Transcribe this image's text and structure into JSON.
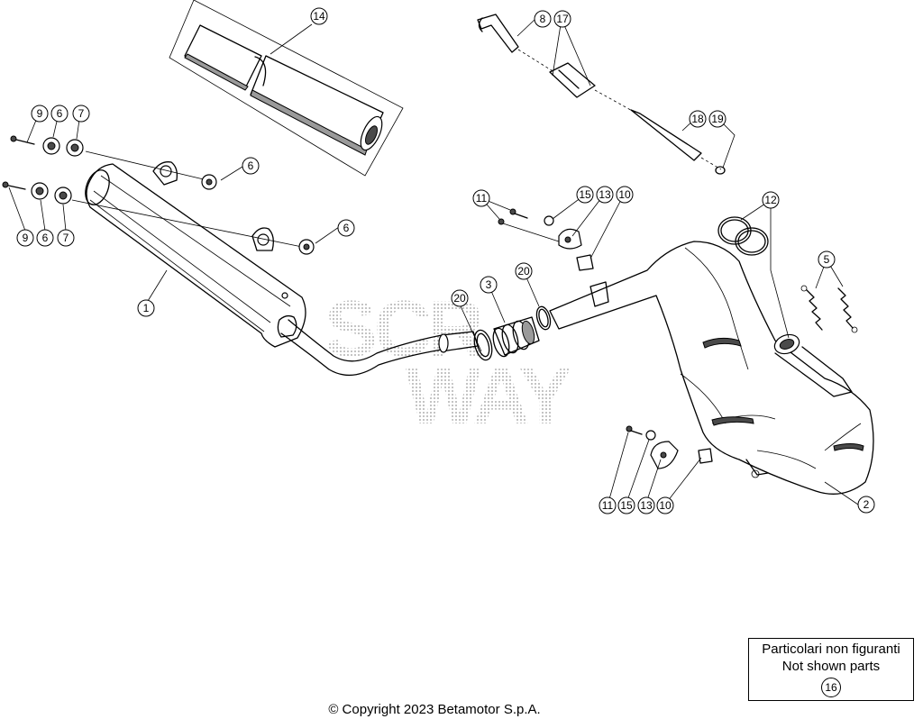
{
  "diagram": {
    "callouts": {
      "c1": "1",
      "c2": "2",
      "c3": "3",
      "c5": "5",
      "c6a": "6",
      "c6b": "6",
      "c6c": "6",
      "c6d": "6",
      "c7a": "7",
      "c7b": "7",
      "c8": "8",
      "c9a": "9",
      "c9b": "9",
      "c10a": "10",
      "c10b": "10",
      "c11a": "11",
      "c11b": "11",
      "c12": "12",
      "c13a": "13",
      "c13b": "13",
      "c14": "14",
      "c15a": "15",
      "c15b": "15",
      "c17": "17",
      "c18": "18",
      "c19": "19",
      "c20a": "20",
      "c20b": "20"
    },
    "watermark": [
      "SCR",
      "WAY"
    ]
  },
  "not_shown_box": {
    "line_it": "Particolari non figuranti",
    "line_en": "Not shown parts",
    "part_number": "16"
  },
  "copyright": "© Copyright 2023 Betamotor S.p.A."
}
